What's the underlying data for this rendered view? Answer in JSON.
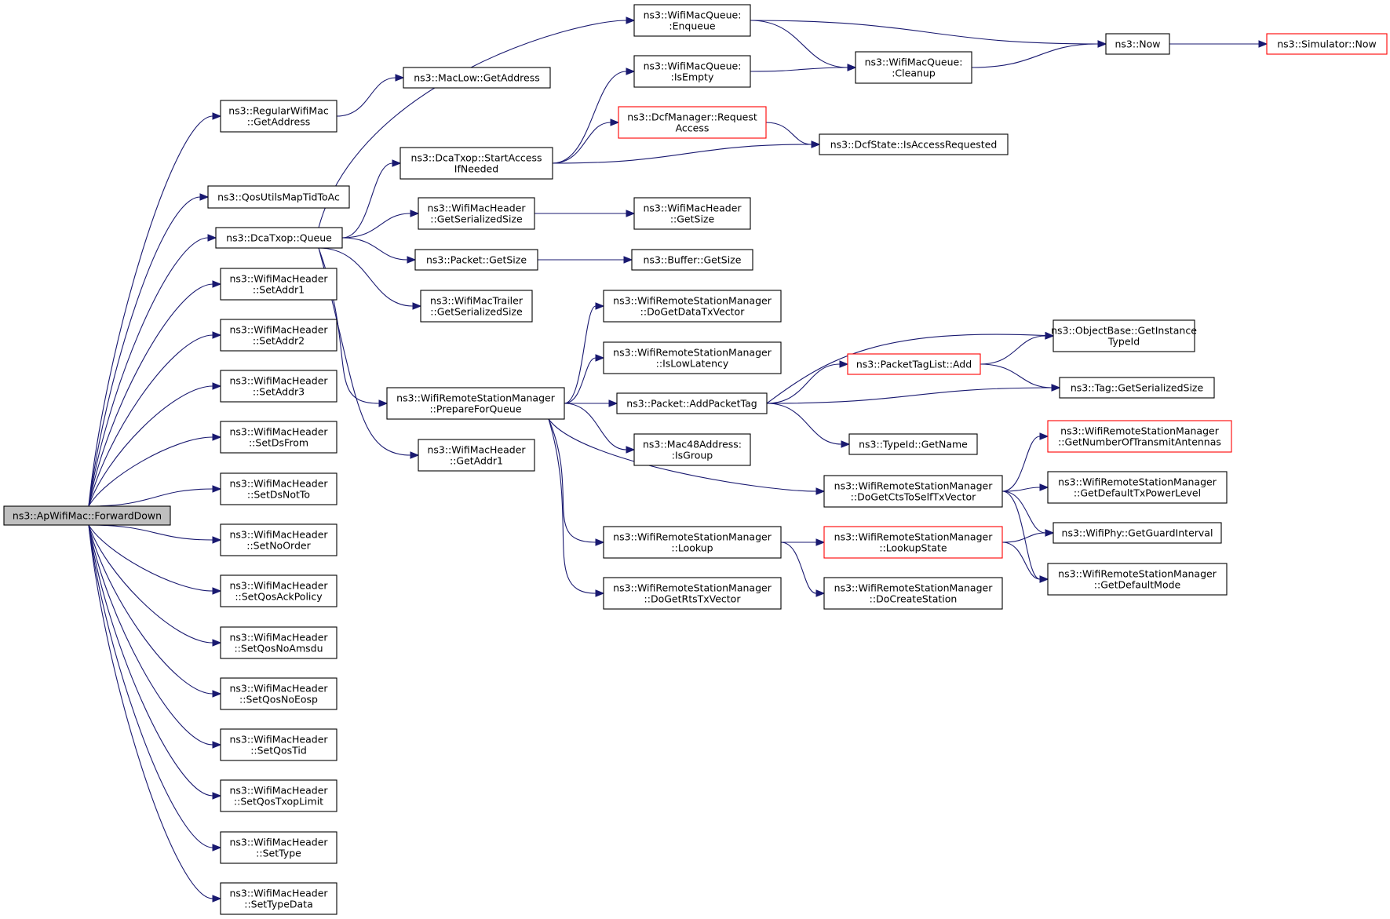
{
  "colors": {
    "edge": "#191970",
    "node_border": "#000000",
    "node_border_highlight": "#ff0000",
    "root_fill": "#bfbfbf"
  },
  "nodes": {
    "forward_down": {
      "lines": [
        "ns3::ApWifiMac::ForwardDown"
      ]
    },
    "regular_get_address": {
      "lines": [
        "ns3::RegularWifiMac",
        "::GetAddress"
      ]
    },
    "qos_utils_map": {
      "lines": [
        "ns3::QosUtilsMapTidToAc"
      ]
    },
    "dca_queue": {
      "lines": [
        "ns3::DcaTxop::Queue"
      ]
    },
    "set_addr1": {
      "lines": [
        "ns3::WifiMacHeader",
        "::SetAddr1"
      ]
    },
    "set_addr2": {
      "lines": [
        "ns3::WifiMacHeader",
        "::SetAddr2"
      ]
    },
    "set_addr3": {
      "lines": [
        "ns3::WifiMacHeader",
        "::SetAddr3"
      ]
    },
    "set_ds_from": {
      "lines": [
        "ns3::WifiMacHeader",
        "::SetDsFrom"
      ]
    },
    "set_ds_not_to": {
      "lines": [
        "ns3::WifiMacHeader",
        "::SetDsNotTo"
      ]
    },
    "set_no_order": {
      "lines": [
        "ns3::WifiMacHeader",
        "::SetNoOrder"
      ]
    },
    "set_qos_ack": {
      "lines": [
        "ns3::WifiMacHeader",
        "::SetQosAckPolicy"
      ]
    },
    "set_qos_no_amsdu": {
      "lines": [
        "ns3::WifiMacHeader",
        "::SetQosNoAmsdu"
      ]
    },
    "set_qos_no_eosp": {
      "lines": [
        "ns3::WifiMacHeader",
        "::SetQosNoEosp"
      ]
    },
    "set_qos_tid": {
      "lines": [
        "ns3::WifiMacHeader",
        "::SetQosTid"
      ]
    },
    "set_qos_txop": {
      "lines": [
        "ns3::WifiMacHeader",
        "::SetQosTxopLimit"
      ]
    },
    "set_type": {
      "lines": [
        "ns3::WifiMacHeader",
        "::SetType"
      ]
    },
    "set_type_data": {
      "lines": [
        "ns3::WifiMacHeader",
        "::SetTypeData"
      ]
    },
    "maclow_get_address": {
      "lines": [
        "ns3::MacLow::GetAddress"
      ]
    },
    "start_access": {
      "lines": [
        "ns3::DcaTxop::StartAccess",
        "IfNeeded"
      ]
    },
    "hdr_serialized": {
      "lines": [
        "ns3::WifiMacHeader",
        "::GetSerializedSize"
      ]
    },
    "packet_get_size": {
      "lines": [
        "ns3::Packet::GetSize"
      ]
    },
    "trailer_serialized": {
      "lines": [
        "ns3::WifiMacTrailer",
        "::GetSerializedSize"
      ]
    },
    "prepare_for_queue": {
      "lines": [
        "ns3::WifiRemoteStationManager",
        "::PrepareForQueue"
      ]
    },
    "get_addr1": {
      "lines": [
        "ns3::WifiMacHeader",
        "::GetAddr1"
      ]
    },
    "enqueue": {
      "lines": [
        "ns3::WifiMacQueue:",
        ":Enqueue"
      ]
    },
    "is_empty": {
      "lines": [
        "ns3::WifiMacQueue:",
        ":IsEmpty"
      ]
    },
    "request_access": {
      "lines": [
        "ns3::DcfManager::Request",
        "Access"
      ]
    },
    "hdr_get_size": {
      "lines": [
        "ns3::WifiMacHeader",
        "::GetSize"
      ]
    },
    "buffer_get_size": {
      "lines": [
        "ns3::Buffer::GetSize"
      ]
    },
    "get_data_tx": {
      "lines": [
        "ns3::WifiRemoteStationManager",
        "::DoGetDataTxVector"
      ]
    },
    "is_low_latency": {
      "lines": [
        "ns3::WifiRemoteStationManager",
        "::IsLowLatency"
      ]
    },
    "add_packet_tag": {
      "lines": [
        "ns3::Packet::AddPacketTag"
      ]
    },
    "is_group": {
      "lines": [
        "ns3::Mac48Address:",
        ":IsGroup"
      ]
    },
    "lookup": {
      "lines": [
        "ns3::WifiRemoteStationManager",
        "::Lookup"
      ]
    },
    "get_rts_tx": {
      "lines": [
        "ns3::WifiRemoteStationManager",
        "::DoGetRtsTxVector"
      ]
    },
    "cleanup": {
      "lines": [
        "ns3::WifiMacQueue:",
        ":Cleanup"
      ]
    },
    "is_access_requested": {
      "lines": [
        "ns3::DcfState::IsAccessRequested"
      ]
    },
    "packet_tag_add": {
      "lines": [
        "ns3::PacketTagList::Add"
      ]
    },
    "typeid_get_name": {
      "lines": [
        "ns3::TypeId::GetName"
      ]
    },
    "cts_to_self": {
      "lines": [
        "ns3::WifiRemoteStationManager",
        "::DoGetCtsToSelfTxVector"
      ]
    },
    "lookup_state": {
      "lines": [
        "ns3::WifiRemoteStationManager",
        "::LookupState"
      ]
    },
    "create_station": {
      "lines": [
        "ns3::WifiRemoteStationManager",
        "::DoCreateStation"
      ]
    },
    "now": {
      "lines": [
        "ns3::Now"
      ]
    },
    "simulator_now": {
      "lines": [
        "ns3::Simulator::Now"
      ]
    },
    "instance_typeid": {
      "lines": [
        "ns3::ObjectBase::GetInstance",
        "TypeId"
      ]
    },
    "tag_serialized": {
      "lines": [
        "ns3::Tag::GetSerializedSize"
      ]
    },
    "num_antennas": {
      "lines": [
        "ns3::WifiRemoteStationManager",
        "::GetNumberOfTransmitAntennas"
      ]
    },
    "tx_power": {
      "lines": [
        "ns3::WifiRemoteStationManager",
        "::GetDefaultTxPowerLevel"
      ]
    },
    "guard_interval": {
      "lines": [
        "ns3::WifiPhy::GetGuardInterval"
      ]
    },
    "default_mode": {
      "lines": [
        "ns3::WifiRemoteStationManager",
        "::GetDefaultMode"
      ]
    }
  }
}
